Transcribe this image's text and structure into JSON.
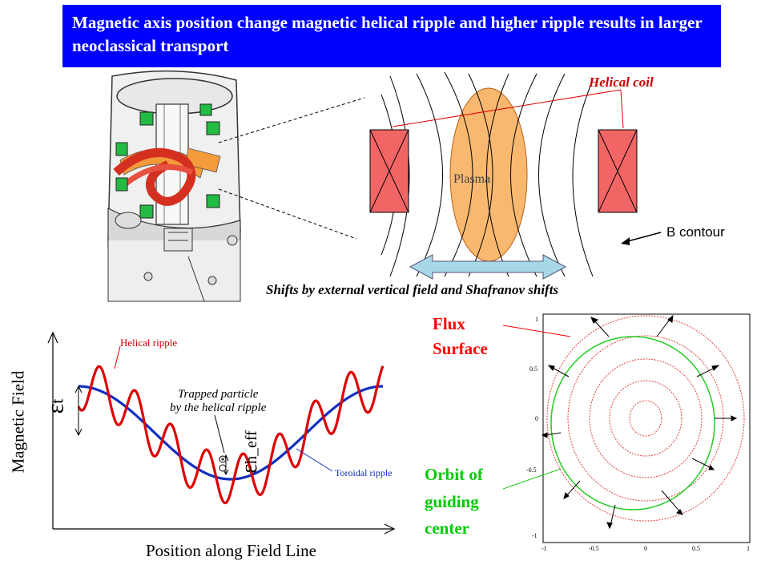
{
  "title": "Magnetic axis position change magnetic helical ripple and higher ripple results in larger neoclassical  transport",
  "device_diagram": {
    "helical_coil_label": "Helical coil",
    "plasma_label": "Plasma",
    "b_contour_label": "B contour",
    "shift_caption": "Shifts by external vertical field and Shafranov shifts"
  },
  "ripple_plot": {
    "ylabel": "Magnetic Field",
    "xlabel": "Position along Field Line",
    "helical_ripple_label": "Helical ripple",
    "trapped_label_line1": "Trapped particle",
    "trapped_label_line2": "by the helical ripple",
    "toroidal_ripple_label": "Toroidal ripple",
    "epsilon_t_symbol": "ε",
    "epsilon_t_sub": "t",
    "epsilon_eff_symbol": "ε",
    "epsilon_eff_sub": "h_eff"
  },
  "flux_plot": {
    "flux_label_line1": "Flux",
    "flux_label_line2": "Surface",
    "orbit_label_line1": "Orbit of",
    "orbit_label_line2": "guiding",
    "orbit_label_line3": "center",
    "xticks": [
      "-1",
      "-0.5",
      "0",
      "0.5",
      "1"
    ],
    "yticks": [
      "1",
      "0.5",
      "0",
      "-0.5",
      "-1"
    ]
  },
  "colors": {
    "title_bg": "#0000ff",
    "helical_label": "#cc0000",
    "flux_label": "#ff0000",
    "orbit_label": "#00cc00",
    "helical_curve": "#dd0000",
    "toroidal_curve": "#1030c0",
    "coil_fill": "#f26565",
    "plasma_fill": "#f8b870",
    "shift_arrow": "#a8d8e8"
  }
}
